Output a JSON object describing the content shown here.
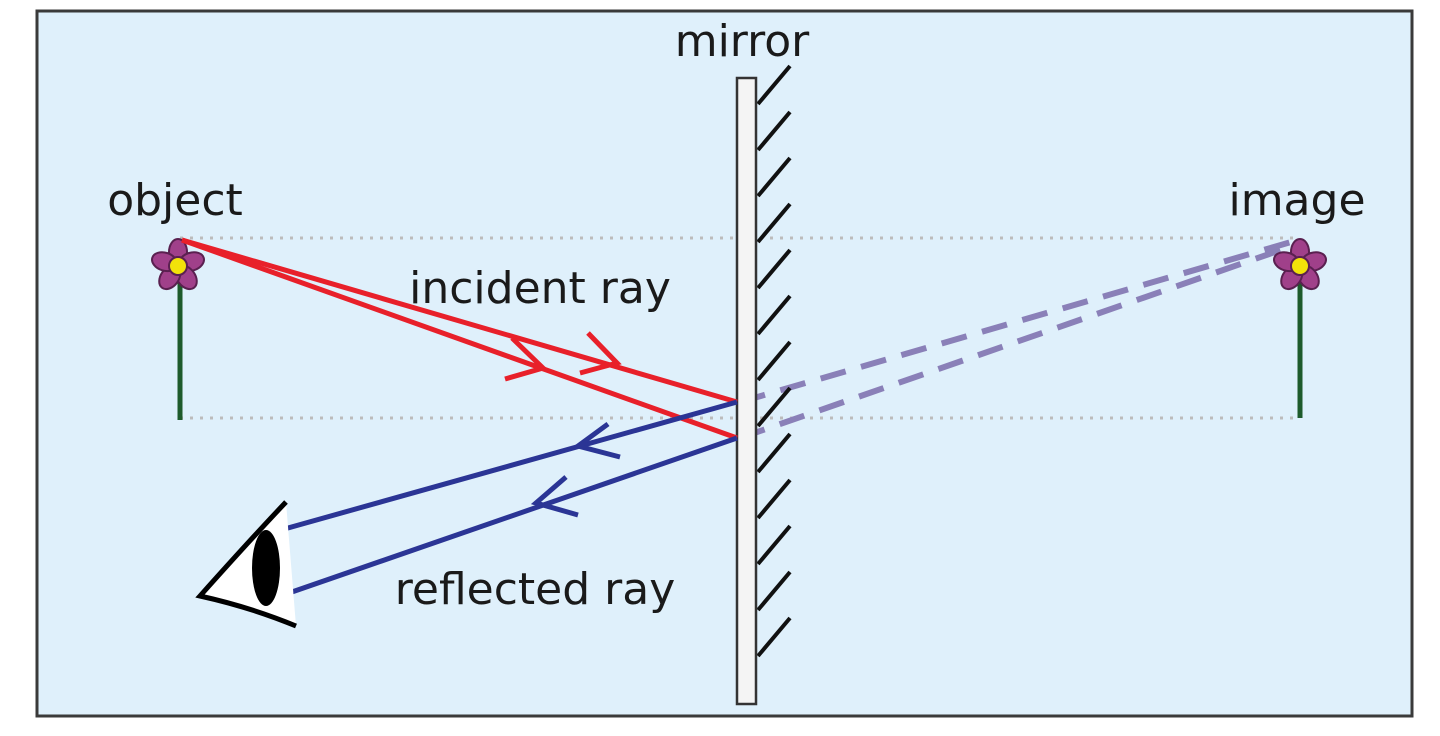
{
  "labels": {
    "mirror": "mirror",
    "object": "object",
    "image": "image",
    "incident_ray": "incident ray",
    "reflected_ray": "reflected ray"
  },
  "colors": {
    "background": "#dff0fb",
    "border": "#3a3a3a",
    "incident_ray": "#e8202a",
    "reflected_ray": "#2b3595",
    "virtual_ray": "#8a80b8",
    "guide_line": "#bcbcbc",
    "mirror_fill": "#f4f4f4",
    "mirror_edge": "#333333",
    "hatch": "#111111",
    "flower_petal": "#a0408a",
    "flower_center": "#f2e20a",
    "flower_stem": "#1e5b2b",
    "eye": "#000000"
  },
  "icons": {
    "object": "flower-icon",
    "image": "flower-icon",
    "observer": "eye-icon"
  }
}
